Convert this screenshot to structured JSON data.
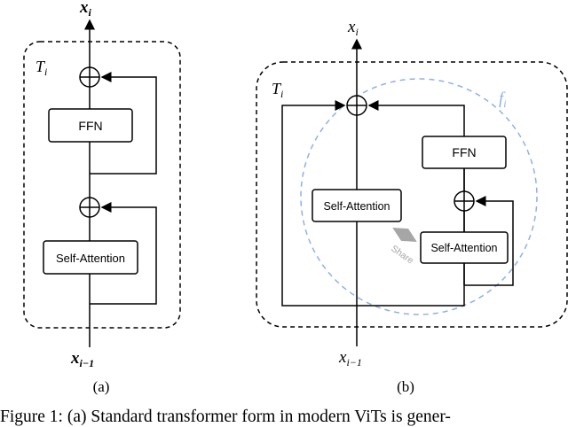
{
  "panel_a": {
    "output_label": "x",
    "output_sub": "i",
    "block_label": "T",
    "block_sub": "i",
    "ffn_label": "FFN",
    "attn_label": "Self-Attention",
    "input_label": "x",
    "input_sub": "i−1",
    "caption": "(a)"
  },
  "panel_b": {
    "output_label": "x",
    "output_sub": "i",
    "block_label": "T",
    "block_sub": "i",
    "f_label": "f",
    "f_sub": "i",
    "attn_left_label": "Self-Attention",
    "ffn_label": "FFN",
    "attn_right_label": "Self-Attention",
    "share_label": "Share",
    "input_label": "x",
    "input_sub": "i−1",
    "caption": "(b)"
  },
  "figure_caption": "Figure 1: (a) Standard transformer form in modern ViTs is gener-",
  "colors": {
    "line": "#000000",
    "dashed_circle": "#8fb0e6",
    "f_label": "#8fb0e6",
    "share": "#a6a6a6"
  }
}
